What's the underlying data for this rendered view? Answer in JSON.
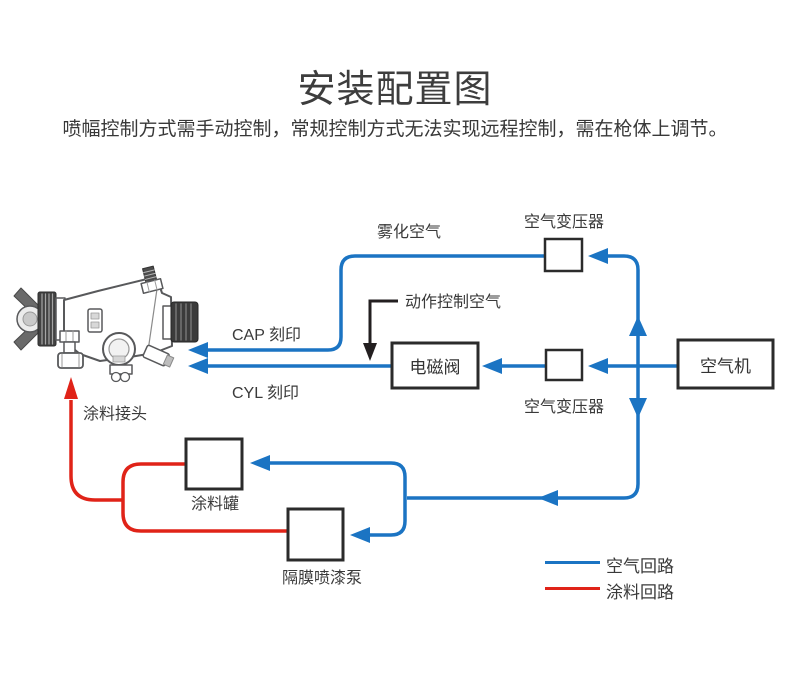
{
  "page": {
    "title": "安装配置图",
    "subtitle": "喷幅控制方式需手动控制，常规控制方式无法实现远程控制，需在枪体上调节。"
  },
  "diagram": {
    "labels": {
      "atomizing_air": "雾化空气",
      "air_transformer_top": "空气变压器",
      "action_control_air": "动作控制空气",
      "cap_mark": "CAP 刻印",
      "cyl_mark": "CYL 刻印",
      "air_transformer_bottom": "空气变压器",
      "paint_connector": "涂料接头",
      "paint_tank": "涂料罐",
      "diaphragm_pump": "隔膜喷漆泵"
    },
    "boxes": {
      "solenoid_valve": "电磁阀",
      "air_compressor": "空气机"
    },
    "legend": {
      "air_circuit": "空气回路",
      "paint_circuit": "涂料回路"
    },
    "colors": {
      "air_line_blue": "#1b74c3",
      "paint_line_red": "#e02318",
      "control_line_black": "#231f20",
      "box_border": "#2b2b2b",
      "text": "#3a3a3a"
    }
  }
}
